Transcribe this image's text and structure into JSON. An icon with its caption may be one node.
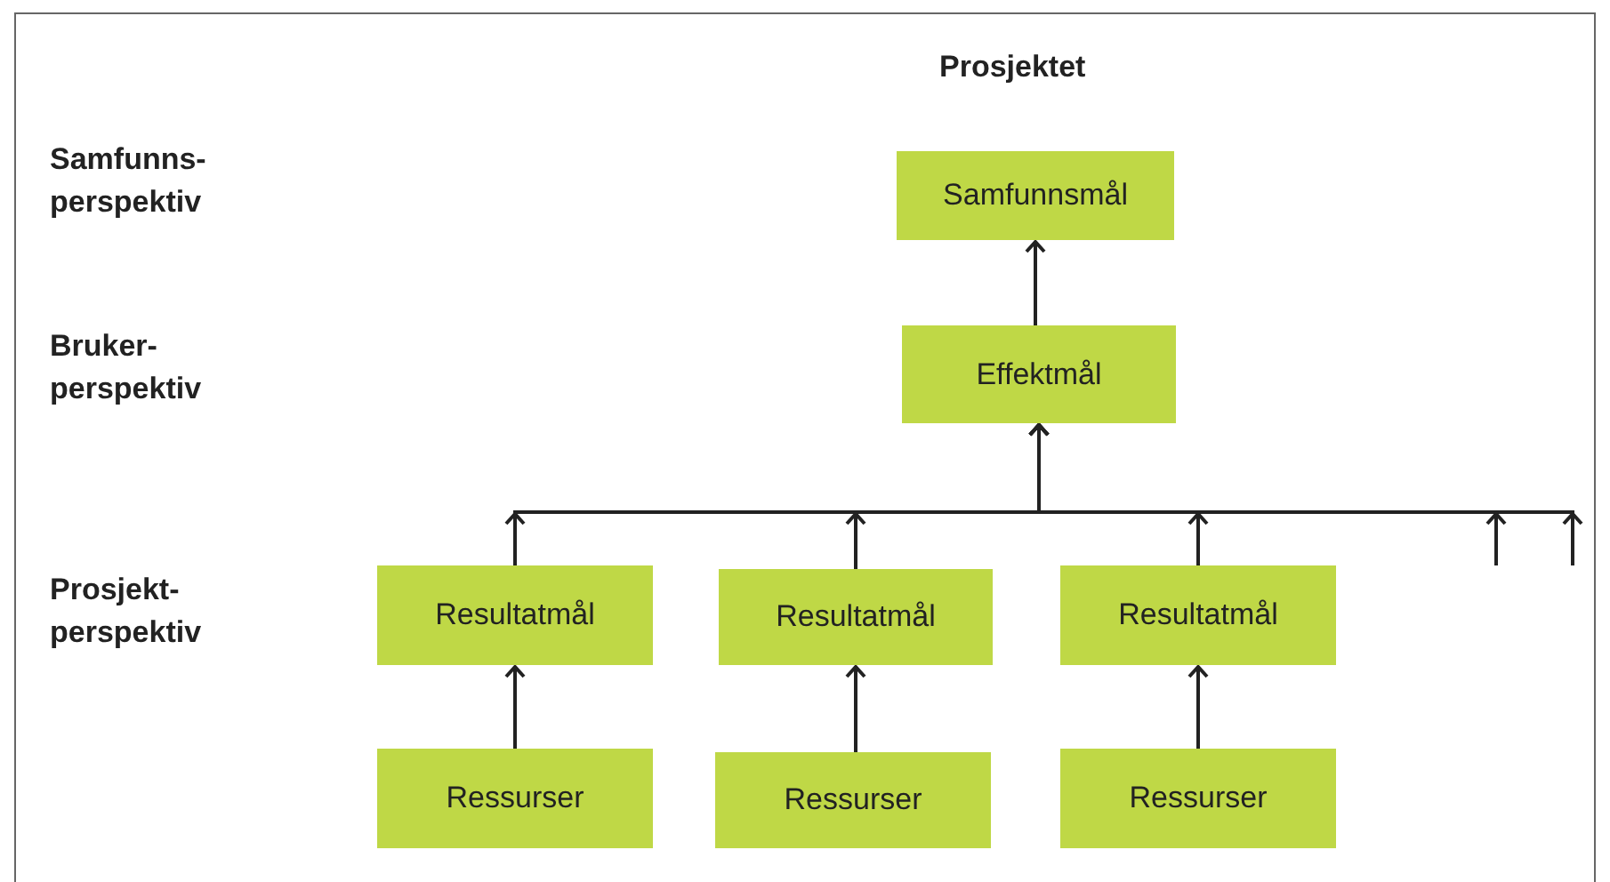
{
  "diagram": {
    "nodes": [
      {
        "text": [
          "Samfunnsmål"
        ]
      },
      {
        "text": [
          "Effektmål"
        ]
      },
      {
        "text": [
          "Resultatmål"
        ]
      },
      {
        "text": [
          "Resultatmål"
        ]
      },
      {
        "text": [
          "Resultatmål"
        ]
      },
      {
        "text": [
          "Ressurser"
        ]
      },
      {
        "text": [
          "Ressurser"
        ]
      },
      {
        "text": [
          "Ressurser"
        ]
      }
    ],
    "edges": [
      {
        "from": 1,
        "to": 0,
        "arrow": "to"
      },
      {
        "from": 2,
        "to": 1,
        "arrow": "to"
      },
      {
        "from": 3,
        "to": 1,
        "arrow": "to"
      },
      {
        "from": 4,
        "to": 1,
        "arrow": "to"
      },
      {
        "from": null,
        "to": 1,
        "arrow": "to"
      },
      {
        "from": null,
        "to": 1,
        "arrow": "to"
      },
      {
        "from": 5,
        "to": 2,
        "arrow": "to"
      },
      {
        "from": 6,
        "to": 3,
        "arrow": "to"
      },
      {
        "from": 7,
        "to": 4,
        "arrow": "to"
      }
    ],
    "labels": [
      "Prosjektet",
      "Samfunns- perspektiv",
      "Bruker- perspektiv",
      "Prosjekt- perspektiv"
    ]
  }
}
